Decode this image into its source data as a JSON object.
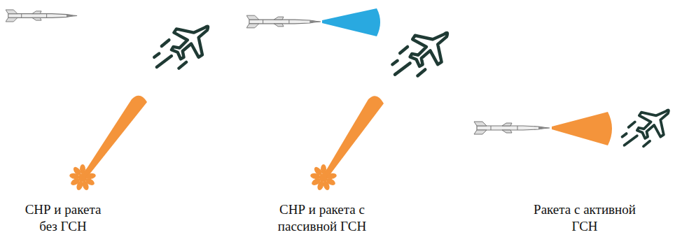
{
  "diagram": {
    "labels": [
      "СНР и ракета без ГСН",
      "СНР и ракета с пассивной ГСН",
      "Ракета с активной ГСН"
    ]
  }
}
